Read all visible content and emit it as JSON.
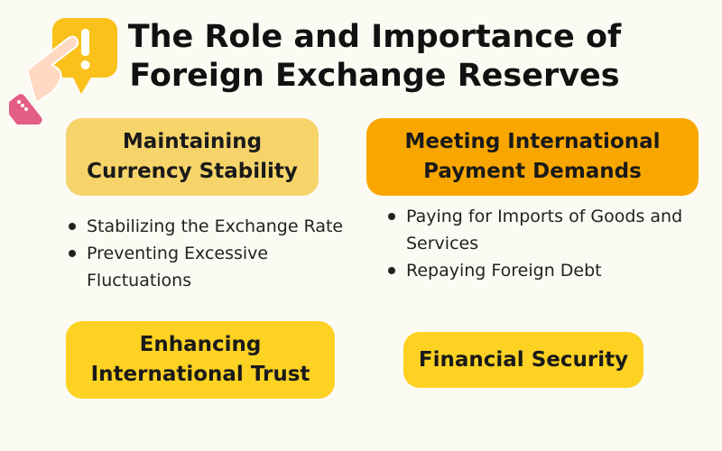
{
  "title": {
    "line1": "The Role and Importance of",
    "line2": "Foreign Exchange Reserves"
  },
  "icon": "alert-pointing-hand-icon",
  "colors": {
    "background": "#fbfaf3",
    "box_light": "#f6d46a",
    "box_orange": "#f9a700",
    "box_yellow": "#fdd223"
  },
  "boxes": [
    {
      "line1": "Maintaining",
      "line2": "Currency Stability"
    },
    {
      "line1": "Meeting International",
      "line2": "Payment Demands"
    },
    {
      "line1": "Enhancing",
      "line2": "International Trust"
    },
    {
      "line1": "Financial Security"
    }
  ],
  "lists": {
    "currency_stability": [
      "Stabilizing the Exchange Rate",
      "Preventing Excessive Fluctuations"
    ],
    "payment_demands": [
      "Paying for Imports of Goods and Services",
      "Repaying Foreign Debt"
    ]
  }
}
